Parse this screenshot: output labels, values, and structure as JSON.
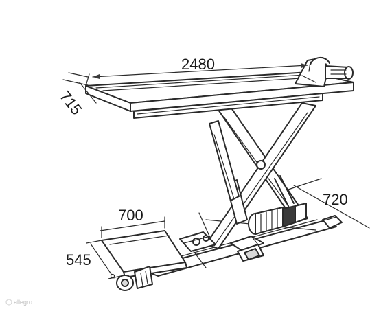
{
  "dimensions": {
    "length": "2480",
    "width": "715",
    "height": "720",
    "ramp_length": "700",
    "ramp_width": "545"
  },
  "watermark": {
    "text": "allegro"
  },
  "colors": {
    "line": "#2a2a2a",
    "background": "#ffffff",
    "motor": "#3a3a3a"
  }
}
